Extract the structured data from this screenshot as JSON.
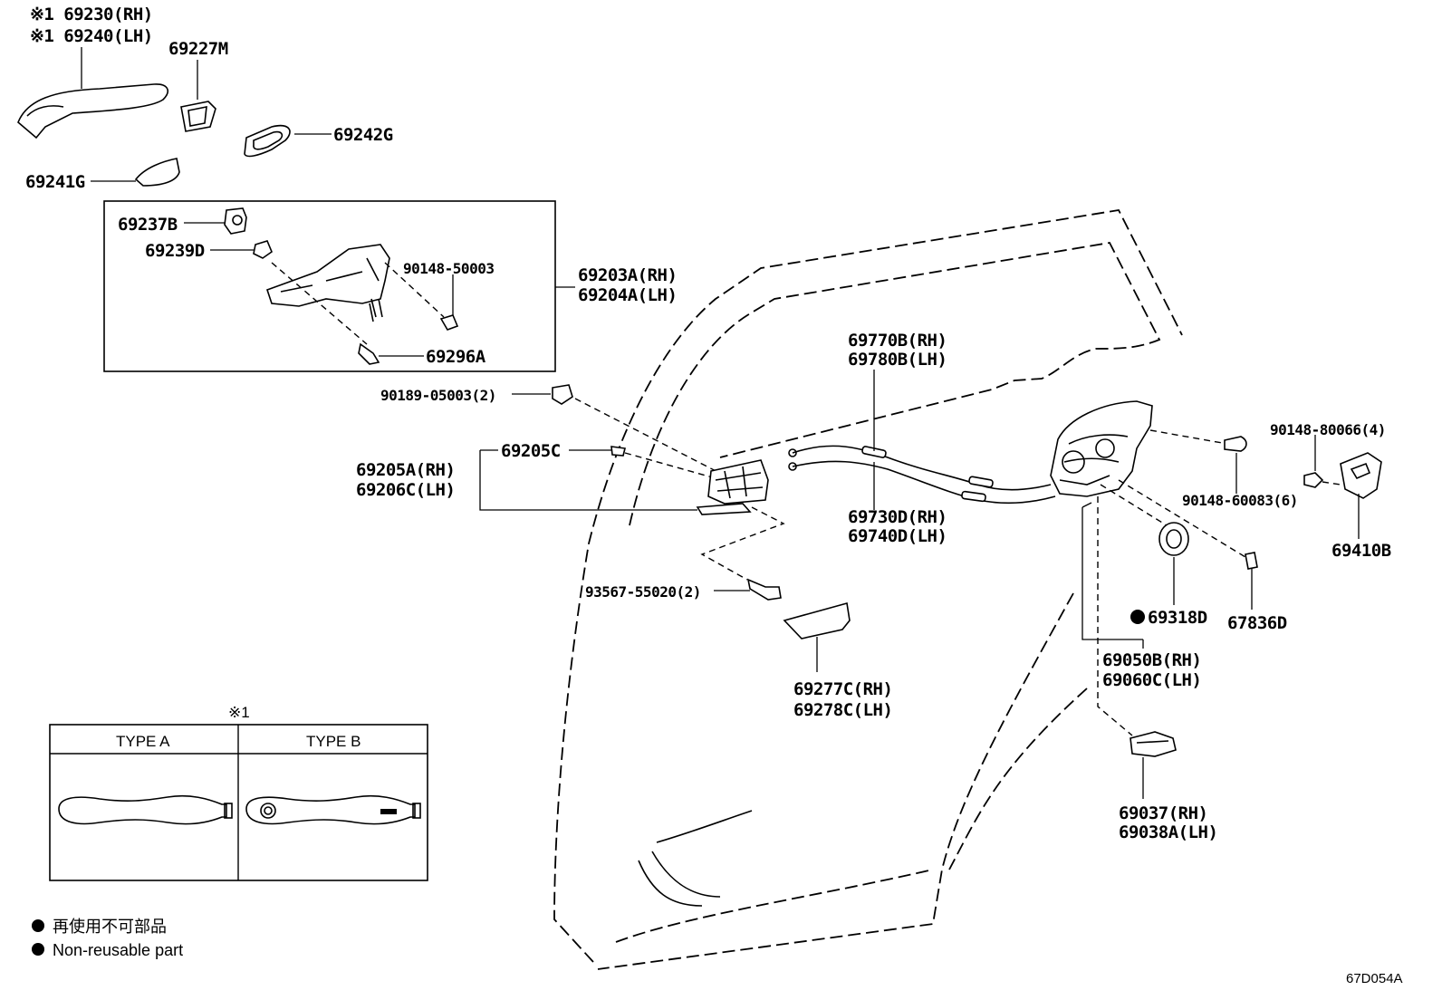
{
  "labels": {
    "p69230": "※1 69230(RH)",
    "p69240": "※1 69240(LH)",
    "p69227M": "69227M",
    "p69242G": "69242G",
    "p69241G": "69241G",
    "p69237B": "69237B",
    "p69239D": "69239D",
    "p90148_50003": "90148-50003",
    "p69296A": "69296A",
    "p69203A": "69203A(RH)",
    "p69204A": "69204A(LH)",
    "p90189": "90189-05003(2)",
    "p69205C": "69205C",
    "p69205A": "69205A(RH)",
    "p69206C": "69206C(LH)",
    "p93567": "93567-55020(2)",
    "p69277C": "69277C(RH)",
    "p69278C": "69278C(LH)",
    "p69770B": "69770B(RH)",
    "p69780B": "69780B(LH)",
    "p69730D": "69730D(RH)",
    "p69740D": "69740D(LH)",
    "p90148_80066": "90148-80066(4)",
    "p90148_60083": "90148-60083(6)",
    "p69410B": "69410B",
    "p69318D": "69318D",
    "p67836D": "67836D",
    "p69050B": "69050B(RH)",
    "p69060C": "69060C(LH)",
    "p69037": "69037(RH)",
    "p69038A": "69038A(LH)"
  },
  "type_table": {
    "note_mark": "※1",
    "col_a": "TYPE A",
    "col_b": "TYPE B"
  },
  "legend": {
    "jp": "再使用不可部品",
    "en": "Non-reusable part"
  },
  "figure_code": "67D054A"
}
